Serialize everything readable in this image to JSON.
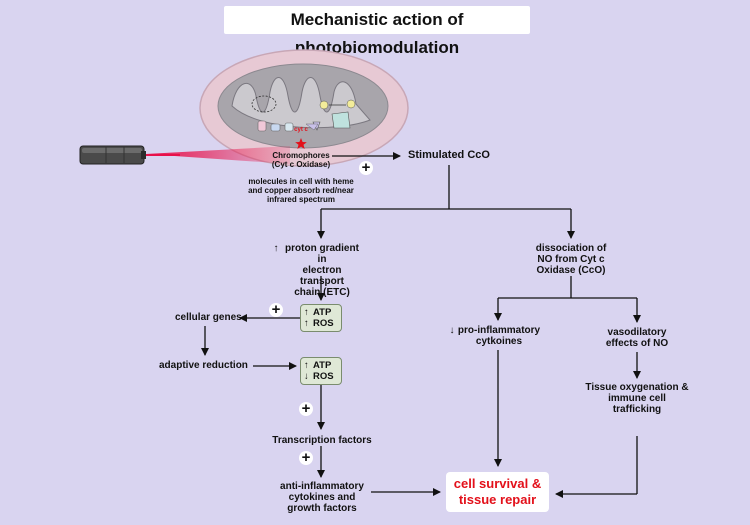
{
  "title": "Mechanistic action of  photobiomodulation",
  "mito": {
    "cytc": "cyt c",
    "chromophores": "Chromophores\n(Cyt c Oxidase)",
    "molecules": "molecules in cell with heme\nand copper absorb red/near\ninfrared spectrum"
  },
  "nodes": {
    "stimulated": "Stimulated CcO",
    "proton": "proton gradient in\nelectron transport\nchain (ETC)",
    "dissociation": "dissociation of\nNO from Cyt c\nOxidase (CcO)",
    "atp_ros_1": "ATP\nROS",
    "cellular_genes": "cellular genes",
    "adaptive": "adaptive reduction",
    "atp_ros_2": "ATP\nROS",
    "pro_inflam": "pro-inflammatory\ncytkoines",
    "vasodilatory": "vasodilatory\neffects of NO",
    "tissue_oxy": "Tissue oxygenation &\nimmune cell\ntrafficking",
    "transcription": "Transcription factors",
    "anti_inflam": "anti-inflammatory\ncytokines and\ngrowth factors",
    "outcome": "cell survival &\ntissue repair"
  },
  "symbols": {
    "plus": "+",
    "up": "↑",
    "down": "↓"
  },
  "colors": {
    "background": "#d9d4f0",
    "laser": "#e8114a",
    "outcome_text": "#e3101a",
    "atp_box": "#dfe8d6"
  }
}
